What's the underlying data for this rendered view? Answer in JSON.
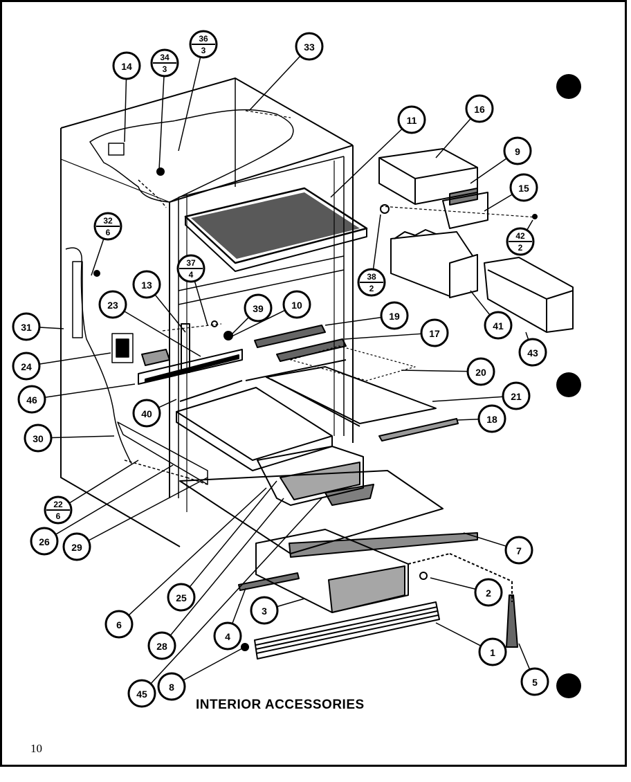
{
  "diagram": {
    "title": "INTERIOR ACCESSORIES",
    "page_number": "10",
    "callouts": [
      {
        "id": "c14",
        "label": "14"
      },
      {
        "id": "c34",
        "top": "34",
        "bottom": "3"
      },
      {
        "id": "c36",
        "top": "36",
        "bottom": "3"
      },
      {
        "id": "c33",
        "label": "33"
      },
      {
        "id": "c11",
        "label": "11"
      },
      {
        "id": "c16",
        "label": "16"
      },
      {
        "id": "c9",
        "label": "9"
      },
      {
        "id": "c15",
        "label": "15"
      },
      {
        "id": "c42",
        "top": "42",
        "bottom": "2"
      },
      {
        "id": "c32",
        "top": "32",
        "bottom": "6"
      },
      {
        "id": "c37",
        "top": "37",
        "bottom": "4"
      },
      {
        "id": "c38",
        "top": "38",
        "bottom": "2"
      },
      {
        "id": "c13",
        "label": "13"
      },
      {
        "id": "c23",
        "label": "23"
      },
      {
        "id": "c39",
        "label": "39"
      },
      {
        "id": "c10",
        "label": "10"
      },
      {
        "id": "c19",
        "label": "19"
      },
      {
        "id": "c17",
        "label": "17"
      },
      {
        "id": "c41",
        "label": "41"
      },
      {
        "id": "c43",
        "label": "43"
      },
      {
        "id": "c31",
        "label": "31"
      },
      {
        "id": "c24",
        "label": "24"
      },
      {
        "id": "c20",
        "label": "20"
      },
      {
        "id": "c46",
        "label": "46"
      },
      {
        "id": "c21",
        "label": "21"
      },
      {
        "id": "c40",
        "label": "40"
      },
      {
        "id": "c18",
        "label": "18"
      },
      {
        "id": "c30",
        "label": "30"
      },
      {
        "id": "c22",
        "top": "22",
        "bottom": "6"
      },
      {
        "id": "c26",
        "label": "26"
      },
      {
        "id": "c29",
        "label": "29"
      },
      {
        "id": "c7",
        "label": "7"
      },
      {
        "id": "c2",
        "label": "2"
      },
      {
        "id": "c3",
        "label": "3"
      },
      {
        "id": "c6",
        "label": "6"
      },
      {
        "id": "c25",
        "label": "25"
      },
      {
        "id": "c4",
        "label": "4"
      },
      {
        "id": "c28",
        "label": "28"
      },
      {
        "id": "c1",
        "label": "1"
      },
      {
        "id": "c5",
        "label": "5"
      },
      {
        "id": "c8",
        "label": "8"
      },
      {
        "id": "c45",
        "label": "45"
      }
    ]
  }
}
